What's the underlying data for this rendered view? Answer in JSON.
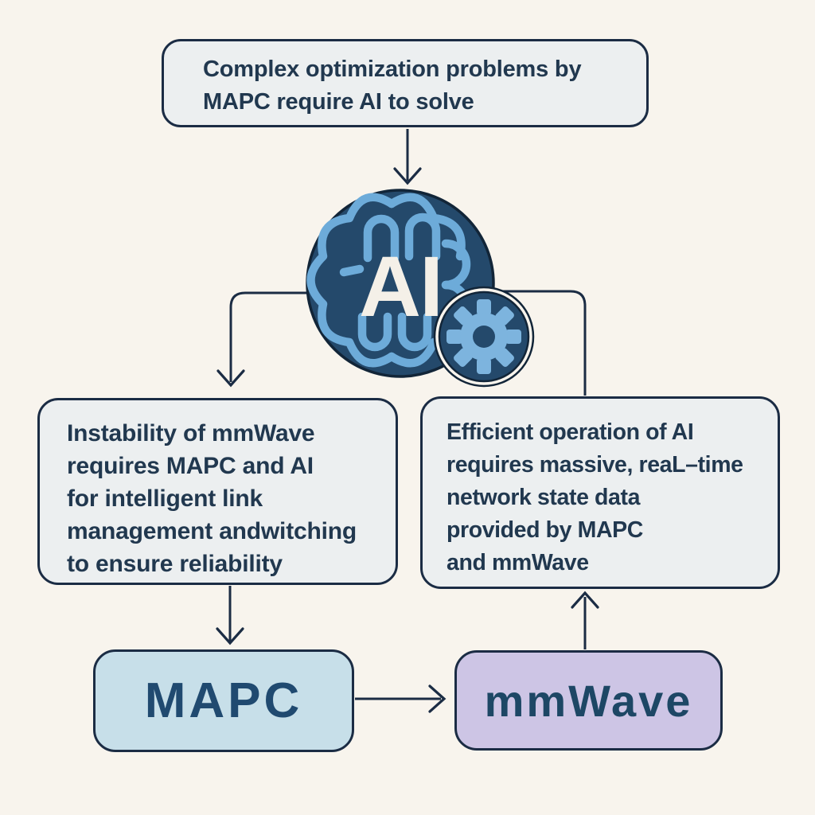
{
  "diagram": {
    "title": "AI / MAPC / mmWave interdependency diagram",
    "colors": {
      "background": "#f8f4ed",
      "info_box_fill": "#eceff0",
      "border_navy": "#1b2c44",
      "text_navy": "#21384f",
      "ai_disc_navy": "#24496b",
      "ai_disc_outline": "#122538",
      "brain_blue": "#6dabd9",
      "gear_blue": "#7db4de",
      "mapc_fill": "#c7dfe9",
      "mapc_text": "#204a70",
      "mmwave_fill": "#cdc5e5",
      "mmwave_text": "#1d4765"
    },
    "nodes": {
      "top_box": {
        "text": "Complex optimization problems by\nMAPC require AI to solve"
      },
      "ai": {
        "label": "AI",
        "icons": [
          "brain-icon",
          "gear-icon"
        ]
      },
      "left_box": {
        "text": "Instability of mmWave\nrequires MAPC and AI\nfor intelligent link\nmanagement andwitching\nto ensure reliability"
      },
      "right_box": {
        "text": "Efficient operation of AI\nrequires massive, reaL–time\nnetwork state data\nprovided by MAPC\nand mmWave"
      },
      "mapc_box": {
        "label": "MAPC"
      },
      "mmwave_box": {
        "label": "mmWave"
      }
    },
    "edges": [
      {
        "from": "top_box",
        "to": "ai",
        "arrowhead": "at-ai"
      },
      {
        "from": "ai",
        "to": "left_box",
        "arrowhead": "at-left-box"
      },
      {
        "from": "ai",
        "to": "right_box",
        "arrowhead": "none"
      },
      {
        "from": "left_box",
        "to": "mapc_box",
        "arrowhead": "at-mapc"
      },
      {
        "from": "mapc_box",
        "to": "mmwave_box",
        "arrowhead": "at-mmwave"
      },
      {
        "from": "mmwave_box",
        "to": "right_box",
        "arrowhead": "at-right-box"
      }
    ]
  }
}
